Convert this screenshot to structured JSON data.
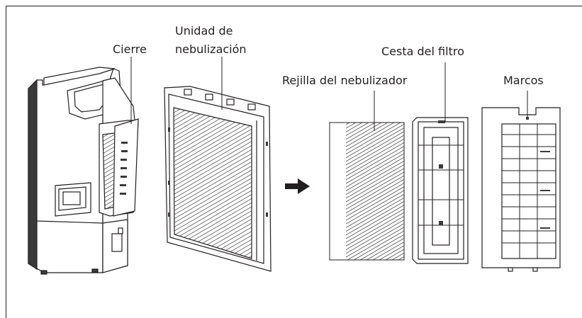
{
  "labels": {
    "cierre": "Cierre",
    "unidad_line1": "Unidad de",
    "unidad_line2": "nebulización",
    "cesta": "Cesta del filtro",
    "rejilla": "Rejilla del nebulizador",
    "marcos": "Marcos"
  },
  "colors": {
    "line": "#231f20",
    "fill": "#ffffff",
    "shade": "#d9d9d9",
    "dark": "#3a3a3a"
  },
  "icons": {
    "arrow": "right-arrow-icon"
  }
}
